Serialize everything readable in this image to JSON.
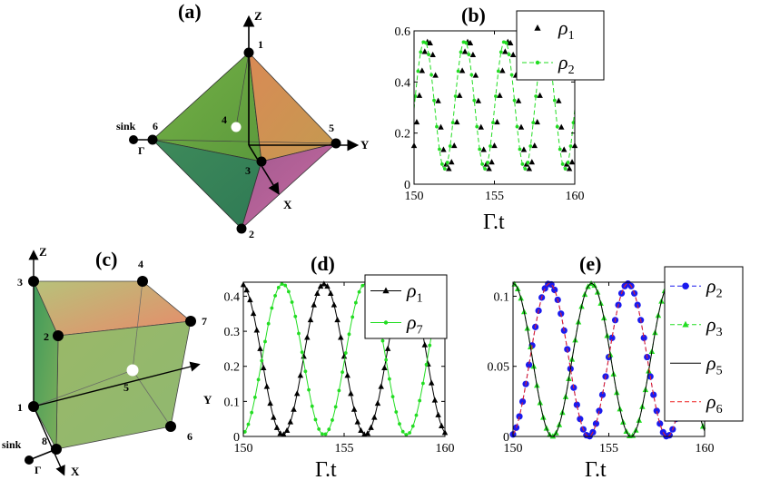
{
  "panels": {
    "a": {
      "label": "(a)",
      "axes": {
        "z": "Z",
        "y": "Y",
        "x": "X"
      },
      "sink_label": "sink",
      "gamma_label": "Γ",
      "nodes": [
        "1",
        "2",
        "3",
        "4",
        "5",
        "6"
      ],
      "colors": {
        "green": "#6aa63f",
        "orange": "#d9885a",
        "magenta": "#b04a7f"
      }
    },
    "c": {
      "label": "(c)",
      "axes": {
        "z": "Z",
        "y": "Y",
        "x": "X"
      },
      "sink_label": "sink",
      "gamma_label": "Γ",
      "nodes": [
        "1",
        "2",
        "3",
        "4",
        "5",
        "6",
        "7",
        "8"
      ],
      "colors": {
        "green": "#6aaa55",
        "orange": "#e08a6a"
      }
    }
  },
  "chart_data": [
    {
      "id": "b",
      "panel_label": "(b)",
      "type": "line",
      "xlabel": "Γ.t",
      "ylabel": "",
      "xlim": [
        150,
        160
      ],
      "ylim": [
        0,
        0.6
      ],
      "xticks": [
        "150",
        "155",
        "160"
      ],
      "yticks": [
        "0",
        "0.2",
        "0.4",
        "0.6"
      ],
      "legend_position": "top-right",
      "series": [
        {
          "name": "ρ1",
          "color": "#000000",
          "marker": "triangle",
          "line": "none",
          "period": 2.5,
          "phase": 150.9,
          "mean": 0.31,
          "amp": 0.25
        },
        {
          "name": "ρ2",
          "color": "#22dd22",
          "marker": "dot",
          "line": "dashed",
          "period": 2.5,
          "phase": 153.15,
          "mean": 0.31,
          "amp": 0.25
        }
      ]
    },
    {
      "id": "d",
      "panel_label": "(d)",
      "type": "line",
      "xlabel": "Γ.t",
      "ylabel": "",
      "xlim": [
        150,
        160
      ],
      "ylim": [
        0,
        0.44
      ],
      "xticks": [
        "150",
        "155",
        "160"
      ],
      "yticks": [
        "0",
        "0.1",
        "0.2",
        "0.3",
        "0.4"
      ],
      "legend_position": "top-right",
      "series": [
        {
          "name": "ρ1",
          "color": "#000000",
          "marker": "triangle",
          "line": "solid",
          "period": 4.1,
          "phase": 149.9,
          "mean": 0.22,
          "amp": 0.215
        },
        {
          "name": "ρ7",
          "color": "#22dd22",
          "marker": "dot",
          "line": "solid",
          "period": 4.1,
          "phase": 151.95,
          "mean": 0.22,
          "amp": 0.215
        }
      ]
    },
    {
      "id": "e",
      "panel_label": "(e)",
      "type": "line",
      "xlabel": "Γ.t",
      "ylabel": "",
      "xlim": [
        150,
        160
      ],
      "ylim": [
        0,
        0.11
      ],
      "xticks": [
        "150",
        "155",
        "160"
      ],
      "yticks": [
        "0",
        "0.05",
        "0.1"
      ],
      "legend_position": "top-right",
      "series": [
        {
          "name": "ρ2",
          "color": "#1a1aee",
          "marker": "dot-large",
          "line": "dashed",
          "period": 4.1,
          "phase": 151.9,
          "mean": 0.0545,
          "amp": 0.0545
        },
        {
          "name": "ρ3",
          "color": "#22dd22",
          "marker": "triangle",
          "line": "dashed",
          "period": 4.1,
          "phase": 150.0,
          "mean": 0.0545,
          "amp": 0.0545
        },
        {
          "name": "ρ5",
          "color": "#000000",
          "marker": "none",
          "line": "solid",
          "period": 4.1,
          "phase": 150.0,
          "mean": 0.0545,
          "amp": 0.0545
        },
        {
          "name": "ρ6",
          "color": "#ee2222",
          "marker": "none",
          "line": "dashed",
          "period": 4.1,
          "phase": 151.9,
          "mean": 0.0545,
          "amp": 0.0545
        }
      ]
    }
  ]
}
